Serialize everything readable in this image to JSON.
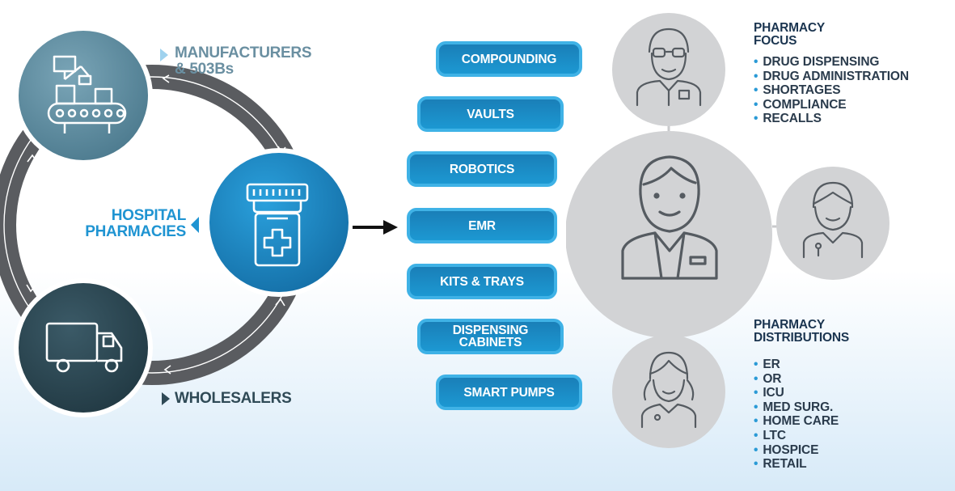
{
  "supply_chain": {
    "manufacturers_label": "MANUFACTURERS\n& 503Bs",
    "hospital_label": "HOSPITAL\nPHARMACIES",
    "wholesalers_label": "WHOLESALERS"
  },
  "pills": [
    "COMPOUNDING",
    "VAULTS",
    "ROBOTICS",
    "EMR",
    "KITS & TRAYS",
    "DISPENSING\nCABINETS",
    "SMART PUMPS"
  ],
  "focus": {
    "heading": "PHARMACY\nFOCUS",
    "items": [
      "DRUG DISPENSING",
      "DRUG ADMINISTRATION",
      "SHORTAGES",
      "COMPLIANCE",
      "RECALLS"
    ]
  },
  "distributions": {
    "heading": "PHARMACY\nDISTRIBUTIONS",
    "items": [
      "ER",
      "OR",
      "ICU",
      "MED SURG.",
      "HOME CARE",
      "LTC",
      "HOSPICE",
      "RETAIL"
    ]
  },
  "colors": {
    "manufacturer_circle": "#5f8ea2",
    "hospital_circle": "#1c8ac4",
    "wholesaler_circle": "#2f4a56",
    "pill_fill": "#1c8ac4",
    "people_circle": "#d2d3d5",
    "label_blue": "#1f94d2"
  }
}
